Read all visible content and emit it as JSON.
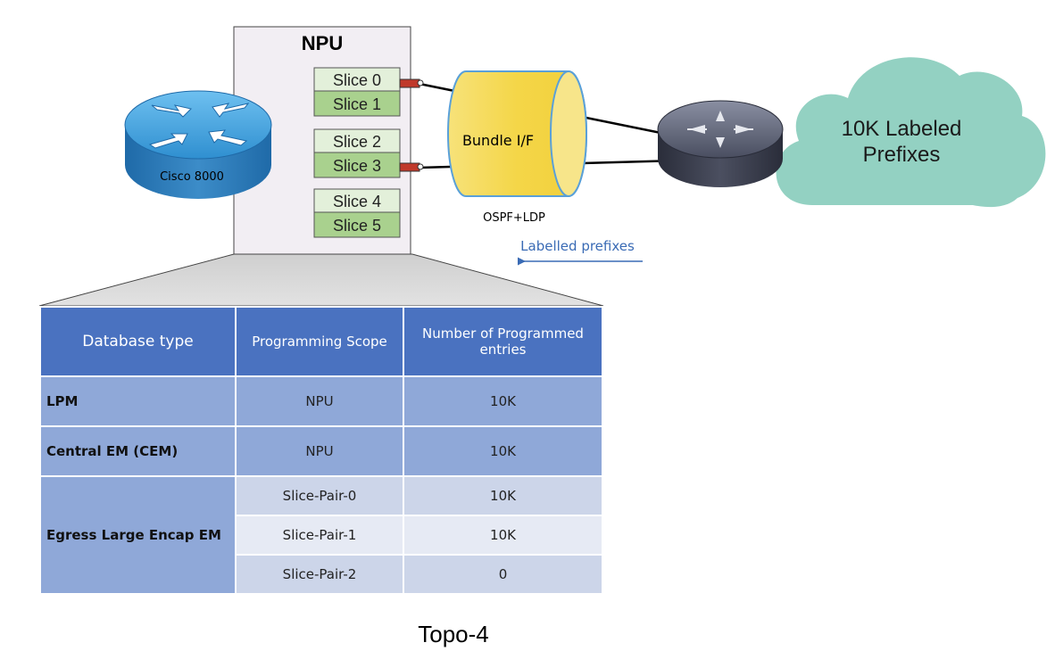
{
  "npu": {
    "title": "NPU",
    "slices": [
      "Slice 0",
      "Slice 1",
      "Slice 2",
      "Slice 3",
      "Slice 4",
      "Slice 5"
    ]
  },
  "router_left": {
    "label": "Cisco 8000",
    "icon": "router-icon"
  },
  "bundle": {
    "label": "Bundle I/F",
    "protocol": "OSPF+LDP"
  },
  "labelled_prefixes_arrow": "Labelled prefixes",
  "cloud": {
    "line1": "10K Labeled",
    "line2": "Prefixes"
  },
  "caption": "Topo-4",
  "table": {
    "headers": [
      "Database type",
      "Programming Scope",
      "Number of Programmed entries"
    ],
    "rows": [
      {
        "type": "LPM",
        "scope": "NPU",
        "entries": "10K"
      },
      {
        "type": "Central EM (CEM)",
        "scope": "NPU",
        "entries": "10K"
      }
    ],
    "egress": {
      "type": "Egress Large Encap EM",
      "rows": [
        {
          "scope": "Slice-Pair-0",
          "entries": "10K"
        },
        {
          "scope": "Slice-Pair-1",
          "entries": "10K"
        },
        {
          "scope": "Slice-Pair-2",
          "entries": "0"
        }
      ]
    }
  },
  "colors": {
    "npu_box": "#f2eef3",
    "slice_light": "#e3f0da",
    "slice_dark": "#a9d18e",
    "bundle": "#f5dc55",
    "cloud": "#93d1c2",
    "router_blue": "#2f7fc4",
    "header_blue": "#4a72c0",
    "row_blue": "#8fa8d8",
    "arrow_blue": "#3a6bb5"
  }
}
